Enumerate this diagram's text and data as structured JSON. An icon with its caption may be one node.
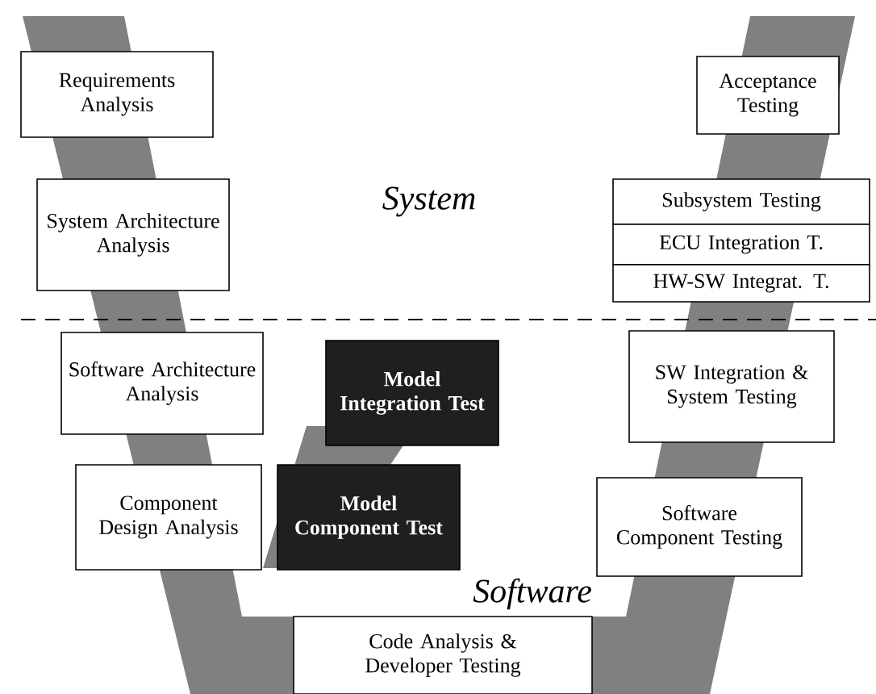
{
  "diagram": {
    "nodes": [
      {
        "text": [
          "Requirements Analysis"
        ]
      },
      {
        "text": [
          "System Architecture Analysis"
        ]
      },
      {
        "text": [
          "Software Architecture Analysis"
        ]
      },
      {
        "text": [
          "Component Design Analysis"
        ]
      },
      {
        "text": [
          "Model Integration Test"
        ]
      },
      {
        "text": [
          "Model Component Test"
        ]
      },
      {
        "text": [
          "Code Analysis & Developer Testing"
        ]
      },
      {
        "text": [
          "Acceptance Testing"
        ]
      },
      {
        "text": [
          "Subsystem Testing"
        ]
      },
      {
        "text": [
          "ECU Integration T."
        ]
      },
      {
        "text": [
          "HW-SW Integrat. T."
        ]
      },
      {
        "text": [
          "SW Integration & System Testing"
        ]
      },
      {
        "text": [
          "Software Component Testing"
        ]
      }
    ],
    "labels": [
      "System",
      "Software"
    ]
  }
}
